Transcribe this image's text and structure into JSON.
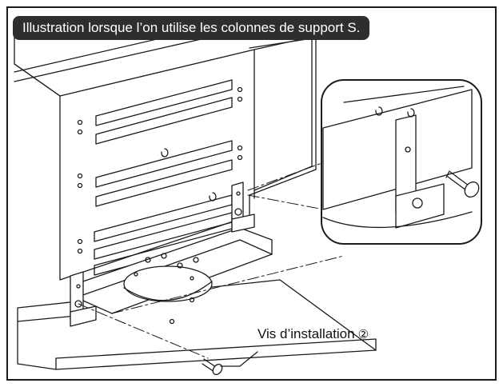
{
  "caption": {
    "text": "Illustration lorsque l’on utilise les colonnes de support S."
  },
  "callout": {
    "label": "Vis d’installation",
    "number": "②"
  },
  "icons": {
    "screw": "screw-icon",
    "magnifier": "detail-zoom-circle"
  },
  "colors": {
    "line": "#1a1a1a",
    "pill_bg": "#2e2e2e",
    "pill_text": "#ffffff"
  }
}
